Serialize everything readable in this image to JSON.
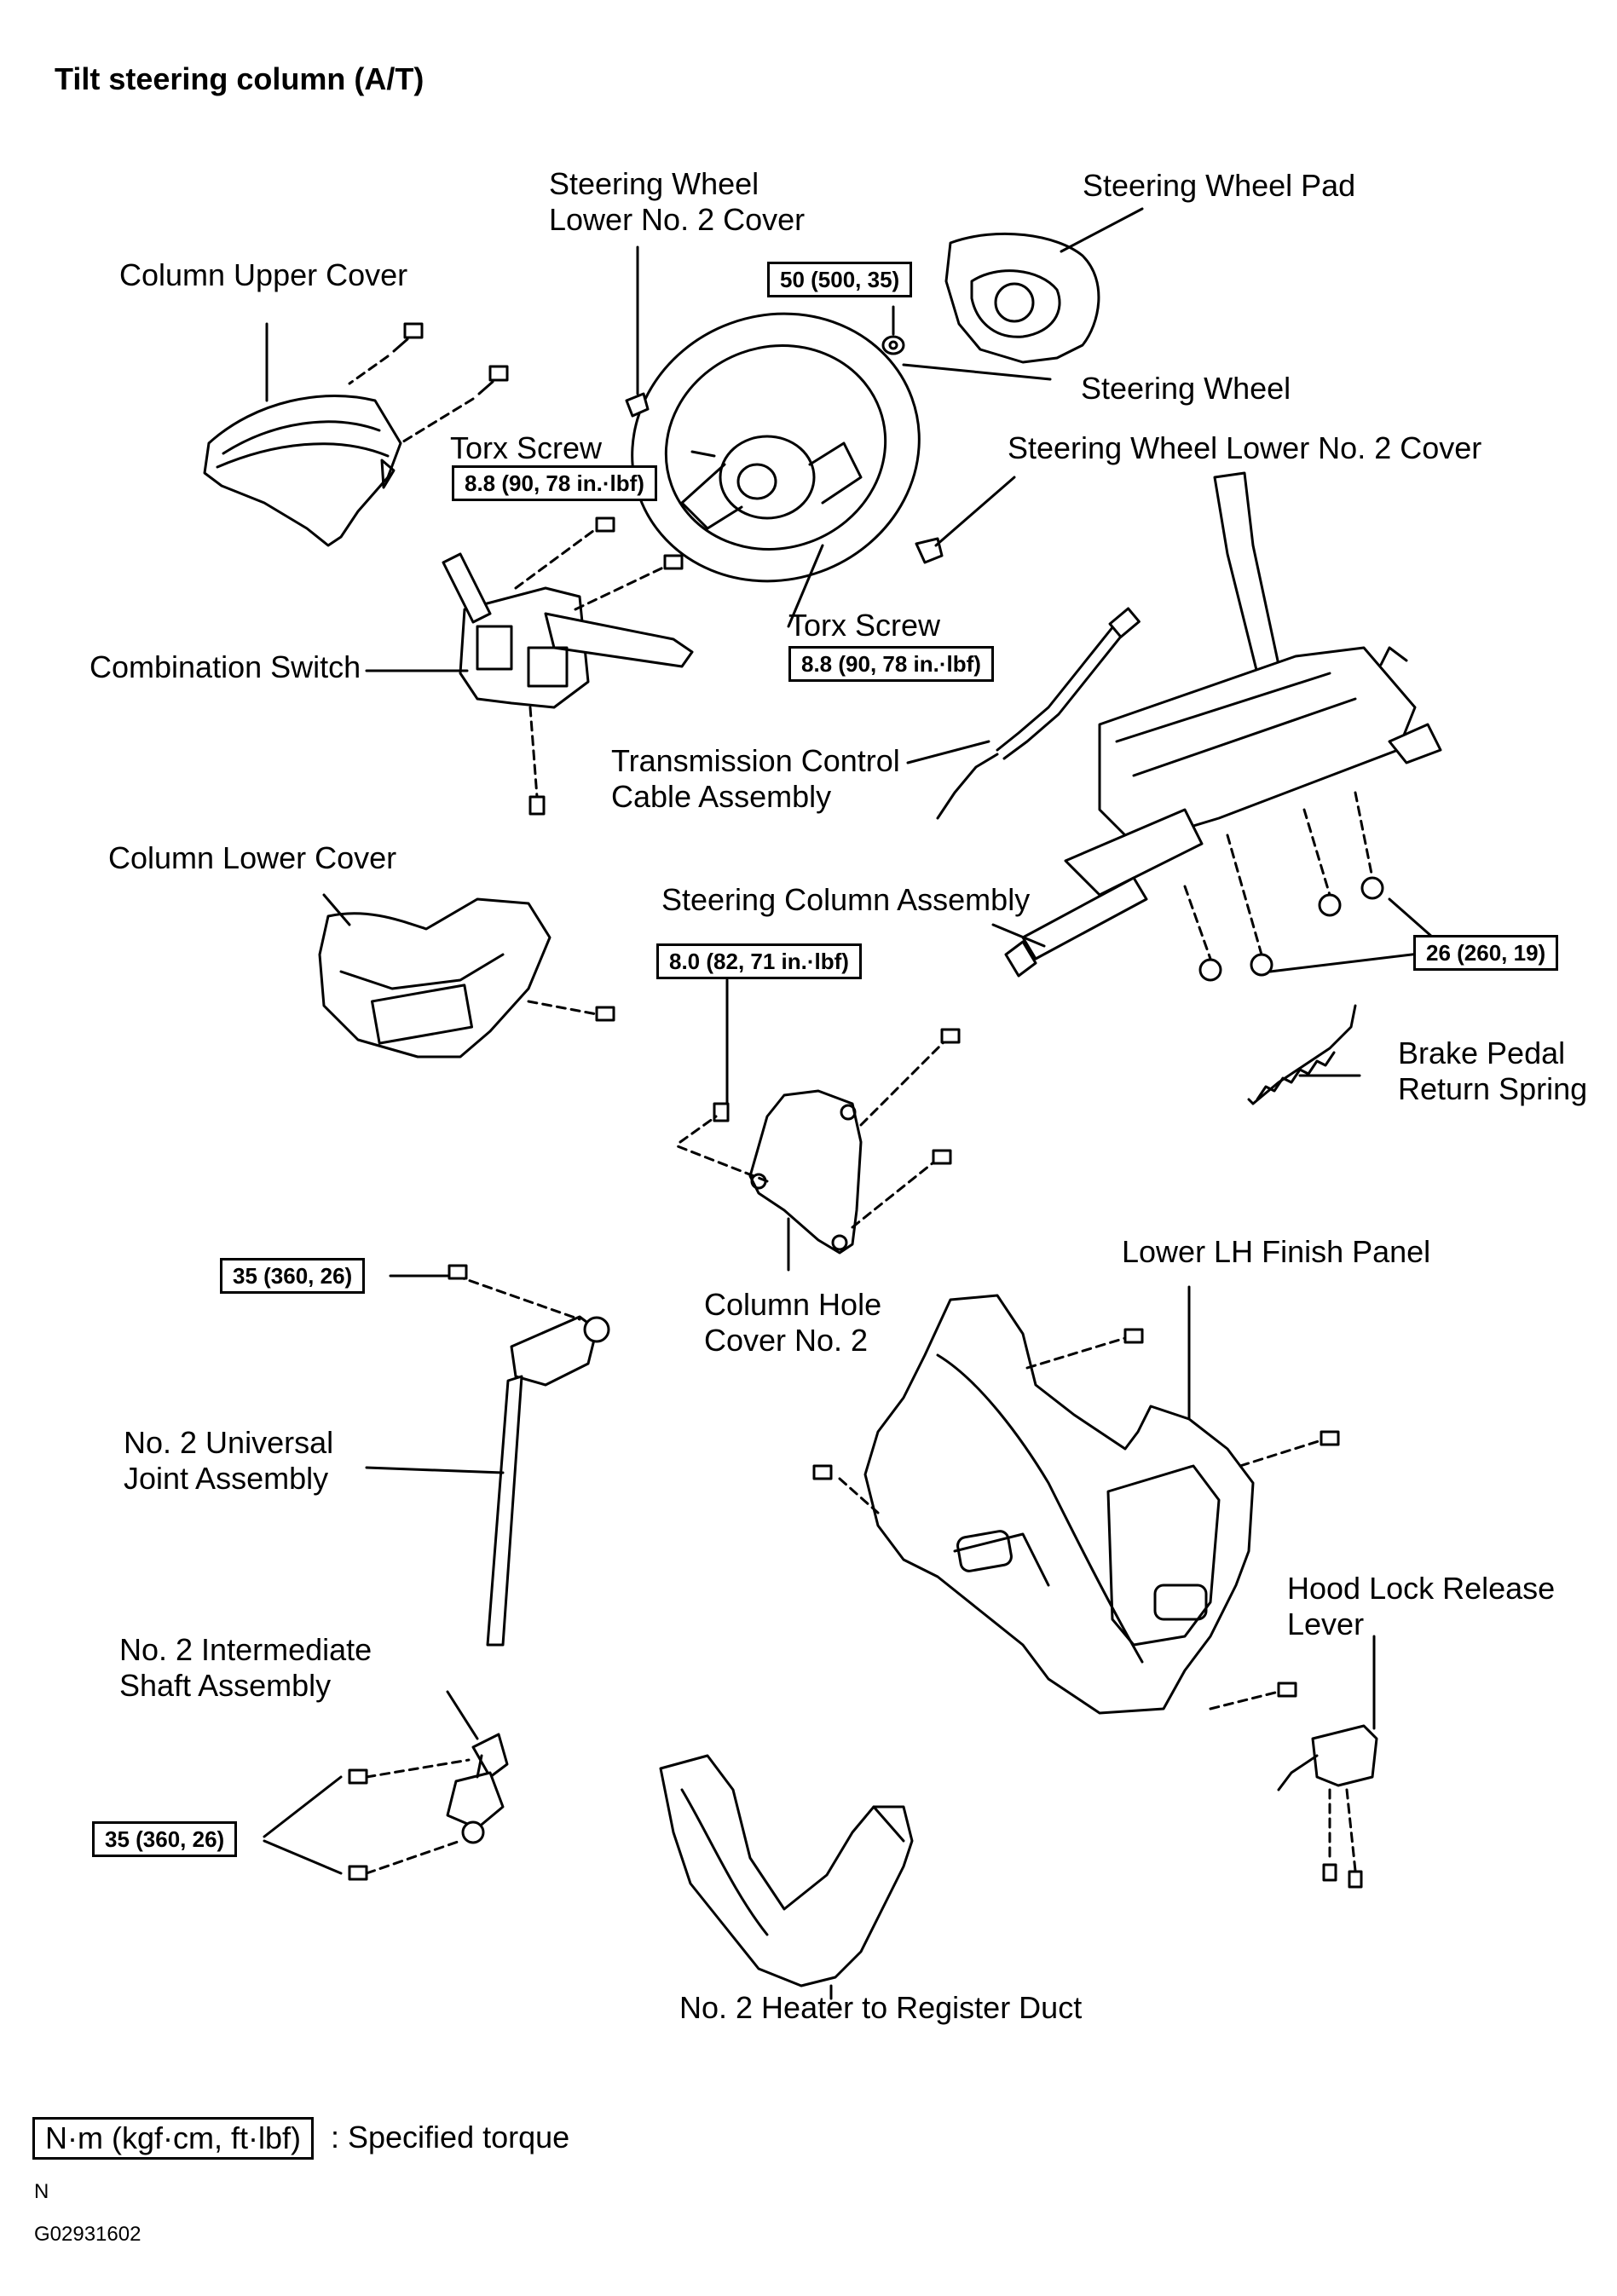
{
  "title": "Tilt steering column (A/T)",
  "labels": {
    "sw_lower_no2_cover_top": [
      "Steering Wheel",
      "Lower No. 2 Cover"
    ],
    "steering_wheel_pad": "Steering Wheel Pad",
    "column_upper_cover": "Column Upper Cover",
    "steering_wheel": "Steering Wheel",
    "torx_screw_1": "Torx Screw",
    "sw_lower_no2_cover_right": "Steering Wheel Lower No. 2 Cover",
    "combination_switch": "Combination Switch",
    "torx_screw_2": "Torx Screw",
    "transmission_cable": [
      "Transmission Control",
      "Cable Assembly"
    ],
    "column_lower_cover": "Column Lower Cover",
    "steering_column_assembly": "Steering Column Assembly",
    "brake_pedal_spring": [
      "Brake Pedal",
      "Return Spring"
    ],
    "column_hole_cover": [
      "Column Hole",
      "Cover No. 2"
    ],
    "lower_lh_finish_panel": "Lower LH Finish Panel",
    "no2_universal_joint": [
      "No. 2 Universal",
      "Joint Assembly"
    ],
    "hood_lock_lever": [
      "Hood Lock Release",
      "Lever"
    ],
    "no2_intermediate_shaft": [
      "No. 2 Intermediate",
      "Shaft Assembly"
    ],
    "heater_duct": "No. 2 Heater to Register Duct"
  },
  "torques": {
    "wheel_nut": "50 (500, 35)",
    "torx_1": "8.8 (90, 78 in.·lbf)",
    "torx_2": "8.8 (90, 78 in.·lbf)",
    "column_nuts": "26 (260, 19)",
    "hole_cover_bolt": "8.0 (82, 71 in.·lbf)",
    "ujoint_bolt": "35 (360, 26)",
    "shaft_bolts": "35 (360, 26)"
  },
  "legend": {
    "unit": "N·m (kgf·cm, ft·lbf)",
    "text": ": Specified torque"
  },
  "footer": {
    "mark": "N",
    "code": "G02931602"
  }
}
